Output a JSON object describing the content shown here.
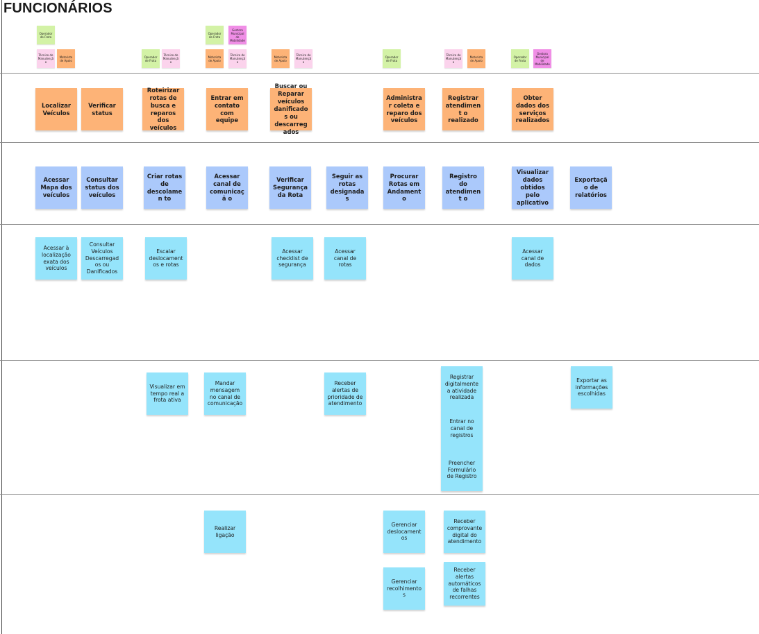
{
  "title": "FUNCIONÁRIOS",
  "colors": {
    "green": "#d3f2a6",
    "pink": "#fbd3ec",
    "magenta": "#f08ee6",
    "orange": "#fdb377",
    "blue": "#abc9fb",
    "cyan": "#95e4fb"
  },
  "tags": [
    {
      "text": "Operador de Frota",
      "color": "green"
    },
    {
      "text": "Técnico de Manutenção",
      "color": "pink"
    },
    {
      "text": "Motorista de Apoio",
      "color": "orange"
    },
    {
      "text": "Operador de Frota",
      "color": "green"
    },
    {
      "text": "Técnico de Manutenção",
      "color": "pink"
    },
    {
      "text": "Operador de Frota",
      "color": "green"
    },
    {
      "text": "Gestora Municipal de Mobilidade",
      "color": "magenta"
    },
    {
      "text": "Motorista de Apoio",
      "color": "orange"
    },
    {
      "text": "Técnico de Manutenção",
      "color": "pink"
    },
    {
      "text": "Motorista de Apoio",
      "color": "orange"
    },
    {
      "text": "Técnico de Manutenção",
      "color": "pink"
    },
    {
      "text": "Operador de Frota",
      "color": "green"
    },
    {
      "text": "Técnico de Manutenção",
      "color": "pink"
    },
    {
      "text": "Motorista de Apoio",
      "color": "orange"
    },
    {
      "text": "Operador de Frota",
      "color": "green"
    },
    {
      "text": "Gestora Municipal de Mobilidade",
      "color": "magenta"
    }
  ],
  "activities": [
    {
      "text": "Localizar Veículos",
      "color": "orange"
    },
    {
      "text": "Verificar status",
      "color": "orange"
    },
    {
      "text": "Roteirizar rotas de busca e reparos dos veículos",
      "color": "orange"
    },
    {
      "text": "Entrar em contato com equipe",
      "color": "orange"
    },
    {
      "text": "Buscar ou Reparar veículos danificados ou descarregados",
      "color": "orange"
    },
    {
      "text": "Administrar coleta e reparo dos veículos",
      "color": "orange"
    },
    {
      "text": "Registrar atendiment o realizado",
      "color": "orange"
    },
    {
      "text": "Obter dados dos serviços realizados",
      "color": "orange"
    }
  ],
  "tasks": [
    {
      "text": "Acessar Mapa dos veículos",
      "color": "blue"
    },
    {
      "text": "Consultar status dos veículos",
      "color": "blue"
    },
    {
      "text": "Criar rotas de descolamen to",
      "color": "blue"
    },
    {
      "text": "Acessar canal de comunicaçã o",
      "color": "blue"
    },
    {
      "text": "Verificar Segurança da Rota",
      "color": "blue"
    },
    {
      "text": "Seguir as rotas designadas",
      "color": "blue"
    },
    {
      "text": "Procurar Rotas em Andamento",
      "color": "blue"
    },
    {
      "text": "Registro do atendiment o",
      "color": "blue"
    },
    {
      "text": "Visualizar dados obtidos pelo aplicativo",
      "color": "blue"
    },
    {
      "text": "Exportação de relatórios",
      "color": "blue"
    }
  ],
  "stories": [
    {
      "text": "Acessar à localização exata dos veículos",
      "color": "cyan"
    },
    {
      "text": "Consultar Veículos Descarregados ou Danificados",
      "color": "cyan"
    },
    {
      "text": "Escalar deslocament os e rotas",
      "color": "cyan"
    },
    {
      "text": "Acessar checklist de segurança",
      "color": "cyan"
    },
    {
      "text": "Acessar canal de rotas",
      "color": "cyan"
    },
    {
      "text": "Acessar canal de dados",
      "color": "cyan"
    },
    {
      "text": "Visualizar em tempo real a frota ativa",
      "color": "cyan"
    },
    {
      "text": "Mandar mensagem no canal de comunicação",
      "color": "cyan"
    },
    {
      "text": "Receber alertas de prioridade de atendimento",
      "color": "cyan"
    },
    {
      "text": "Registrar digitalmente a atividade realizada",
      "color": "cyan"
    },
    {
      "text": "Exportar as informações escolhidas",
      "color": "cyan"
    },
    {
      "text": "Entrar no canal de registros",
      "color": "cyan"
    },
    {
      "text": "Preencher Formulário de Registro",
      "color": "cyan"
    },
    {
      "text": "Realizar ligação",
      "color": "cyan"
    },
    {
      "text": "Gerenciar deslocament os",
      "color": "cyan"
    },
    {
      "text": "Receber comprovante digital do atendimento",
      "color": "cyan"
    },
    {
      "text": "Gerenciar recolhimento s",
      "color": "cyan"
    },
    {
      "text": "Receber alertas automáticos de falhas recorrentes",
      "color": "cyan"
    }
  ]
}
